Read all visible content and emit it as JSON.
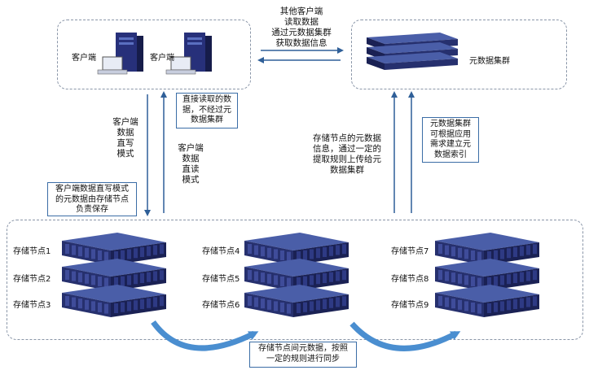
{
  "client_zone": {
    "client_left_label": "客户端",
    "client_right_label": "客户端"
  },
  "metadata_zone": {
    "cluster_label": "元数据集群"
  },
  "arrows": {
    "other_clients_text": [
      "其他客户端",
      "读取数据",
      "通过元数据集群",
      "获取数据信息"
    ]
  },
  "notes": {
    "direct_read_note": [
      "直接读取的数",
      "据，不经过元",
      "数据集群"
    ],
    "direct_write_mode_text": [
      "客户端",
      "数据",
      "直写",
      "模式"
    ],
    "direct_read_mode_text": [
      "客户端",
      "数据",
      "直读",
      "模式"
    ],
    "write_metadata_note": [
      "客户端数据直写模式",
      "的元数据由存储节点",
      "负责保存"
    ],
    "upload_text": [
      "存储节点的元数据",
      "信息，通过一定的",
      "提取规则上传给元",
      "数据集群"
    ],
    "index_note": [
      "元数据集群",
      "可根据应用",
      "需求建立元",
      "数据索引"
    ],
    "sync_note": [
      "存储节点间元数据，按照",
      "一定的规则进行同步"
    ]
  },
  "storage_nodes": [
    "存储节点1",
    "存储节点2",
    "存储节点3",
    "存储节点4",
    "存储节点5",
    "存储节点6",
    "存储节点7",
    "存储节点8",
    "存储节点9"
  ],
  "colors": {
    "server_top": "#4a5ea8",
    "server_front": "#26306e",
    "server_side": "#1a2154",
    "arrow": "#2f5f98",
    "curve_arrow": "#4a8ed0"
  }
}
